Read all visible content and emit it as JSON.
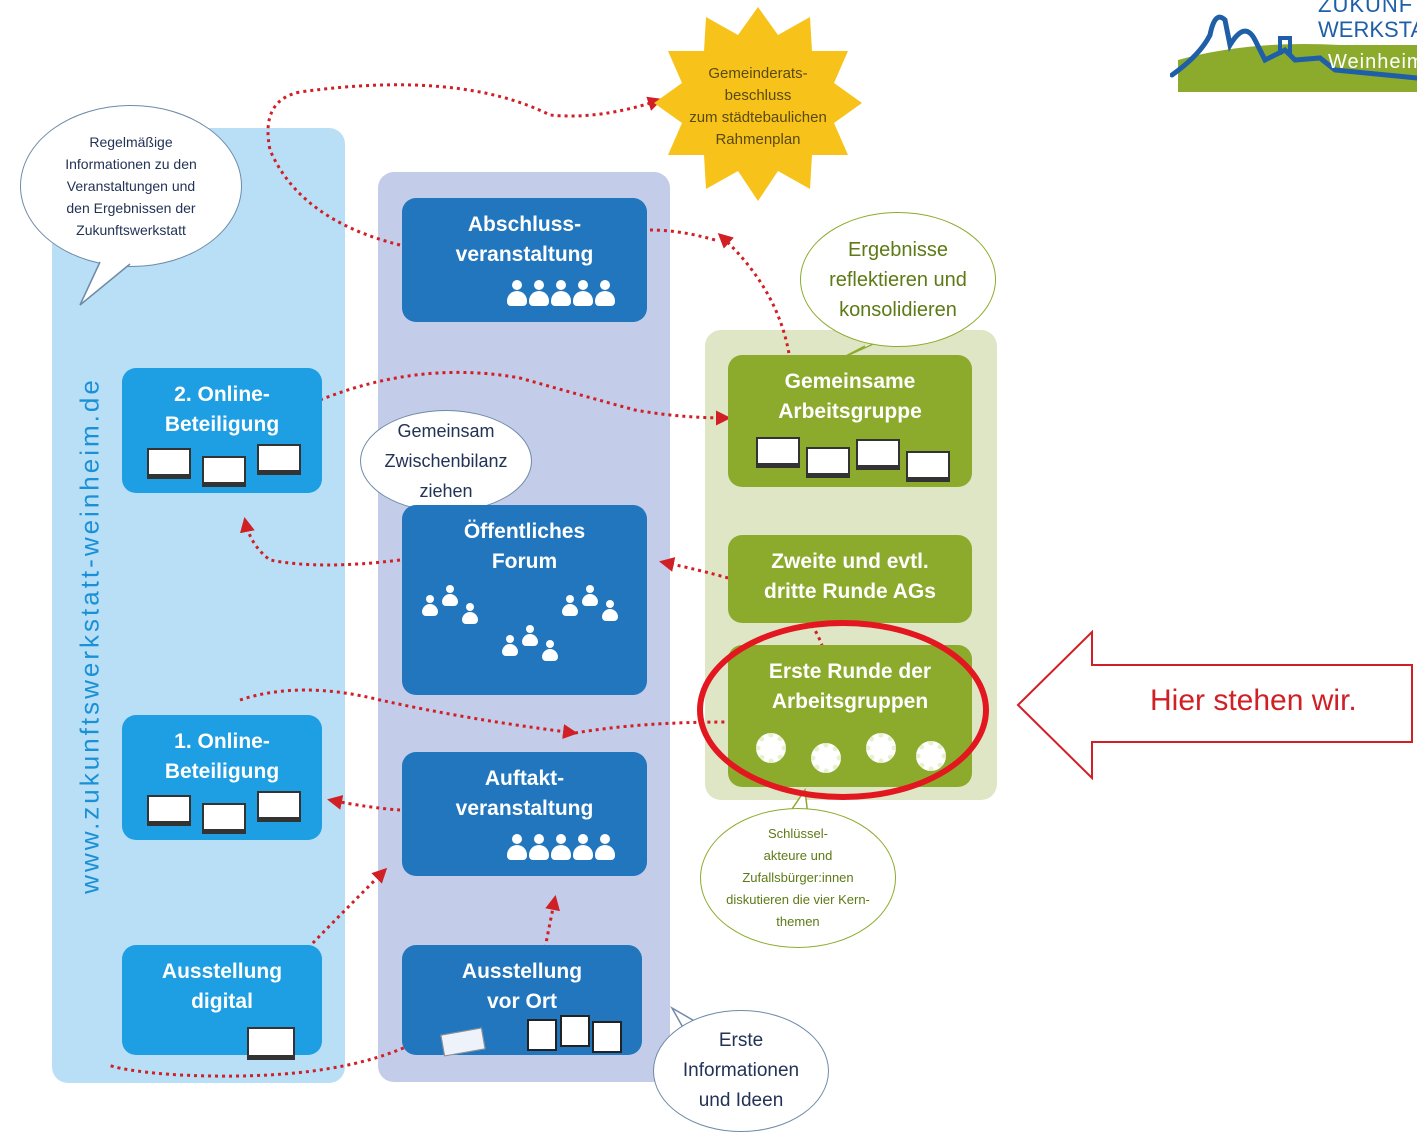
{
  "logo": {
    "line1": "ZUKUNFTS",
    "line2": "WERKSTATT",
    "line3": "Weinheim"
  },
  "sidebar_url": "www.zukunftswerkstatt-weinheim.de",
  "bubbles": {
    "info": "Regelmäßige\nInformationen zu den\nVeranstaltungen und\nden Ergebnissen der\nZukunftswerkstatt",
    "reflect": "Ergebnisse\nreflektieren und\nkonsolidieren",
    "forum": "Gemeinsam\nZwischenbilanz\nziehen",
    "key": "Schlüssel-\nakteure und\nZufallsbürger:innen\ndiskutieren die vier Kern-\nthemen",
    "first": "Erste\nInformationen\nund Ideen"
  },
  "starburst": "Gemeinderats-\nbeschluss\nzum städtebaulichen\nRahmenplan",
  "boxes": {
    "online2": "2. Online-\nBeteiligung",
    "online1": "1. Online-\nBeteiligung",
    "ausstellung_digital": "Ausstellung\ndigital",
    "abschluss": "Abschluss-\nveranstaltung",
    "forum": "Öffentliches\nForum",
    "auftakt": "Auftakt-\nveranstaltung",
    "ausstellung_ort": "Ausstellung\nvor Ort",
    "gemeinsame_ag": "Gemeinsame\nArbeitsgruppe",
    "zweite_runde": "Zweite und evtl.\ndritte Runde AGs",
    "erste_runde": "Erste Runde der\nArbeitsgruppen"
  },
  "callout": "Hier stehen wir.",
  "colors": {
    "light_blue": "#1e9ee3",
    "dark_blue": "#2176bd",
    "green": "#8cab2c",
    "highlight_red": "#e3171f",
    "arrow_red": "#d11f26",
    "star_yellow": "#f7c31a"
  }
}
